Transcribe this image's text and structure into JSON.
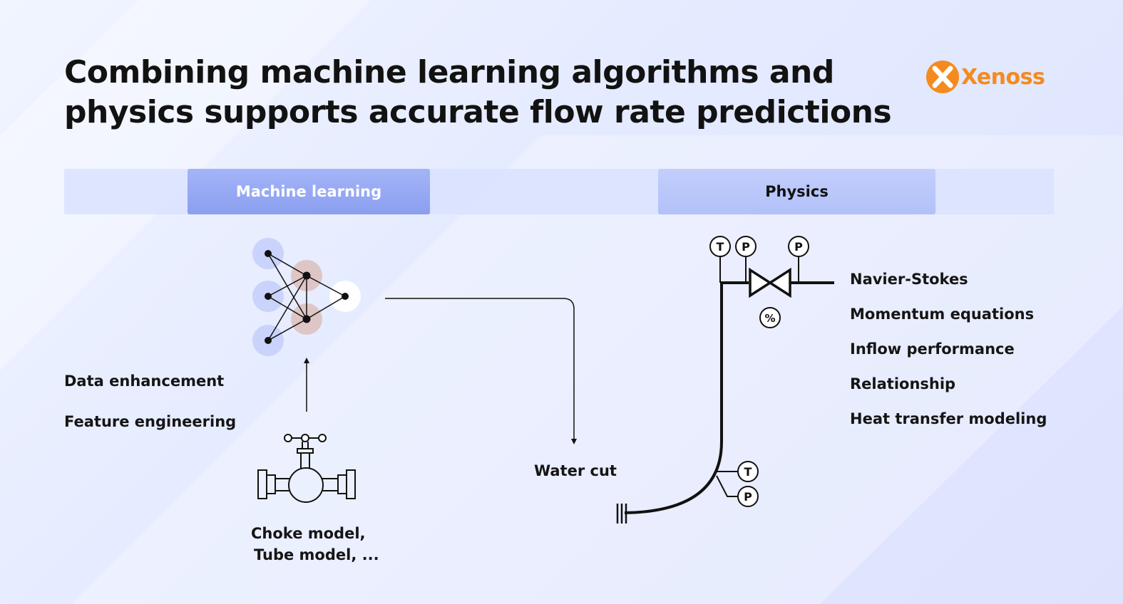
{
  "title": {
    "line1": "Combining machine learning algorithms and",
    "line2": "physics supports accurate flow rate predictions"
  },
  "logo": {
    "text": "Xenoss",
    "icon": "xenoss-logo-icon",
    "color": "#f58a1f"
  },
  "tabs": {
    "machine_learning": "Machine learning",
    "physics": "Physics"
  },
  "ml_steps": [
    "Data enhancement",
    "Feature engineering"
  ],
  "models": {
    "line1": "Choke model,",
    "line2": "Tube model, ..."
  },
  "output": "Water cut",
  "gauges": {
    "temperature": "T",
    "pressure": "P",
    "percent": "%"
  },
  "physics_items": [
    "Navier-Stokes",
    "Momentum equations",
    "Inflow performance",
    "Relationship",
    "Heat transfer modeling"
  ],
  "colors": {
    "accent": "#f58a1f",
    "input_node": "#c9d3fb",
    "hidden_node": "#dfc6c6",
    "ml_tab": "#8b9ff0",
    "physics_tab": "#b2c1fa"
  }
}
